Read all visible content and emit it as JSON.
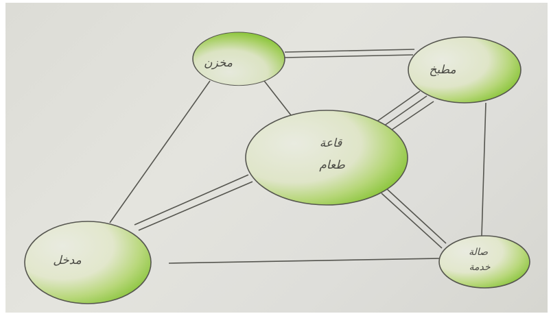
{
  "diagram": {
    "nodes": [
      {
        "id": "top",
        "lines": [
          "مخزن"
        ]
      },
      {
        "id": "kitchen",
        "lines": [
          "مطبخ"
        ]
      },
      {
        "id": "center",
        "lines": [
          "قاعة",
          "طعام"
        ]
      },
      {
        "id": "left",
        "lines": [
          "مدخل"
        ]
      },
      {
        "id": "bottom_right",
        "lines": [
          "صالة",
          "خدمة"
        ]
      }
    ],
    "edges": [
      {
        "from": "top",
        "to": "kitchen",
        "kind": "double"
      },
      {
        "from": "kitchen",
        "to": "center",
        "kind": "triple"
      },
      {
        "from": "center",
        "to": "left",
        "kind": "double"
      },
      {
        "from": "center",
        "to": "bottom_right",
        "kind": "double"
      },
      {
        "from": "top",
        "to": "center",
        "kind": "single"
      },
      {
        "from": "top",
        "to": "left",
        "kind": "single"
      },
      {
        "from": "kitchen",
        "to": "bottom_right",
        "kind": "single"
      },
      {
        "from": "left",
        "to": "bottom_right",
        "kind": "single"
      }
    ],
    "colors": {
      "node_fill": "#e6e8da",
      "node_shade": "#8dc63f",
      "line": "#55554f"
    }
  }
}
